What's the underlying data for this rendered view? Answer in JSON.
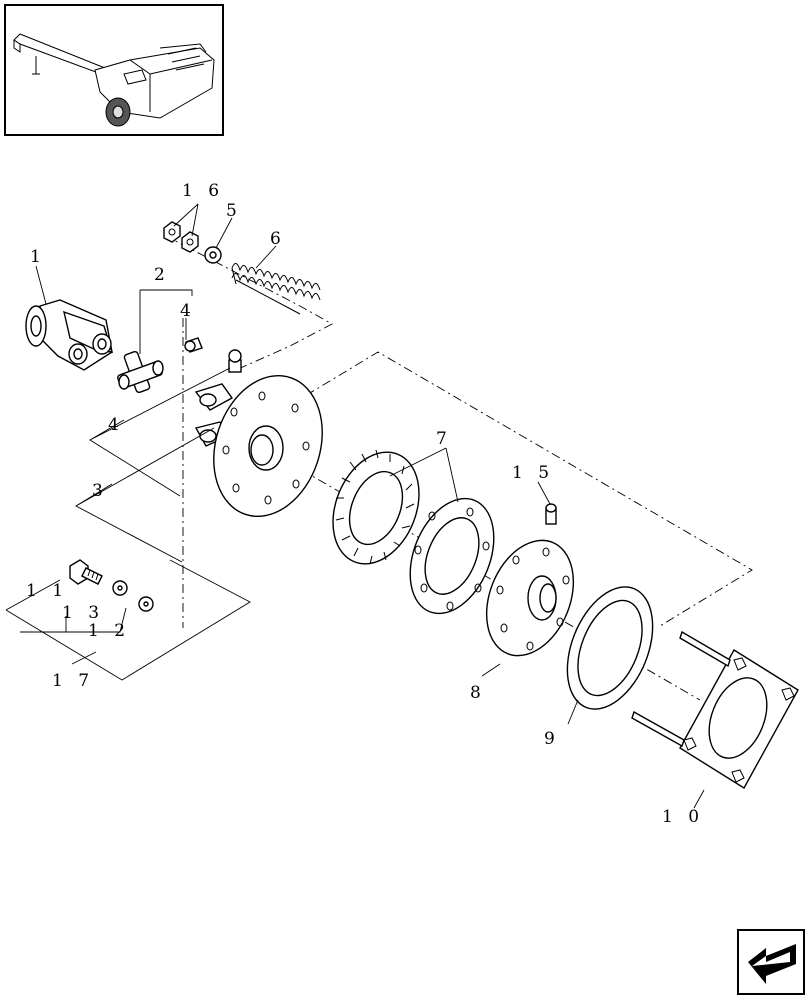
{
  "diagram": {
    "callouts": {
      "c1": "1",
      "c2": "2",
      "c3": "3",
      "c4a": "4",
      "c4b": "4",
      "c5": "5",
      "c6": "6",
      "c7": "7",
      "c8": "8",
      "c9": "9",
      "c10": "1 0",
      "c11": "1 1",
      "c12": "1 2",
      "c13": "1 3",
      "c15": "1 5",
      "c16": "1 6",
      "c17": "1 7"
    },
    "nav_icon": "arrow-left-icon"
  }
}
